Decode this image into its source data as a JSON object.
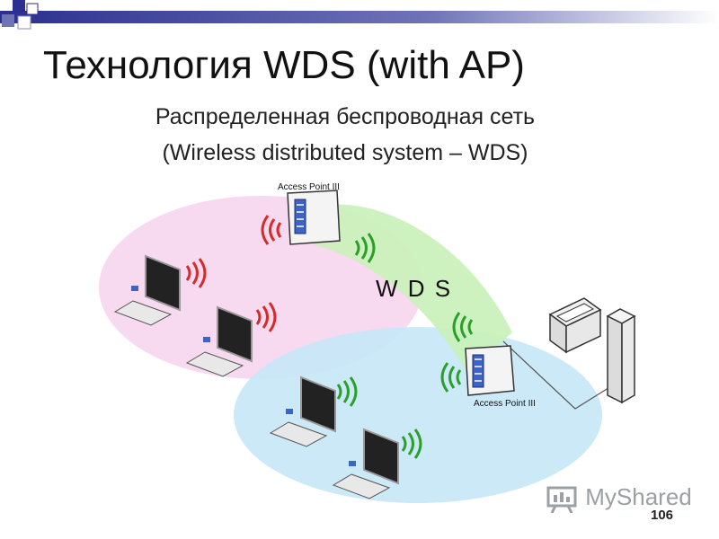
{
  "slide": {
    "title": "Технология WDS (with AP)",
    "subtitle_line1": "Распределенная беспроводная сеть",
    "subtitle_line2": "(Wireless distributed system – WDS)",
    "page_number": "106"
  },
  "diagram": {
    "ap_top_label": "Access Point III",
    "ap_bottom_label": "Access Point III",
    "wds_label": "W D S"
  },
  "watermark": {
    "text": "MyShared"
  },
  "colors": {
    "accent_blue": "#2b2f8f",
    "pink_zone": "#f7d7ef",
    "blue_zone": "#c8e8f7",
    "wds_band": "#c9f1b8",
    "signal_red": "#d62b2b",
    "signal_green": "#2aa02a"
  }
}
